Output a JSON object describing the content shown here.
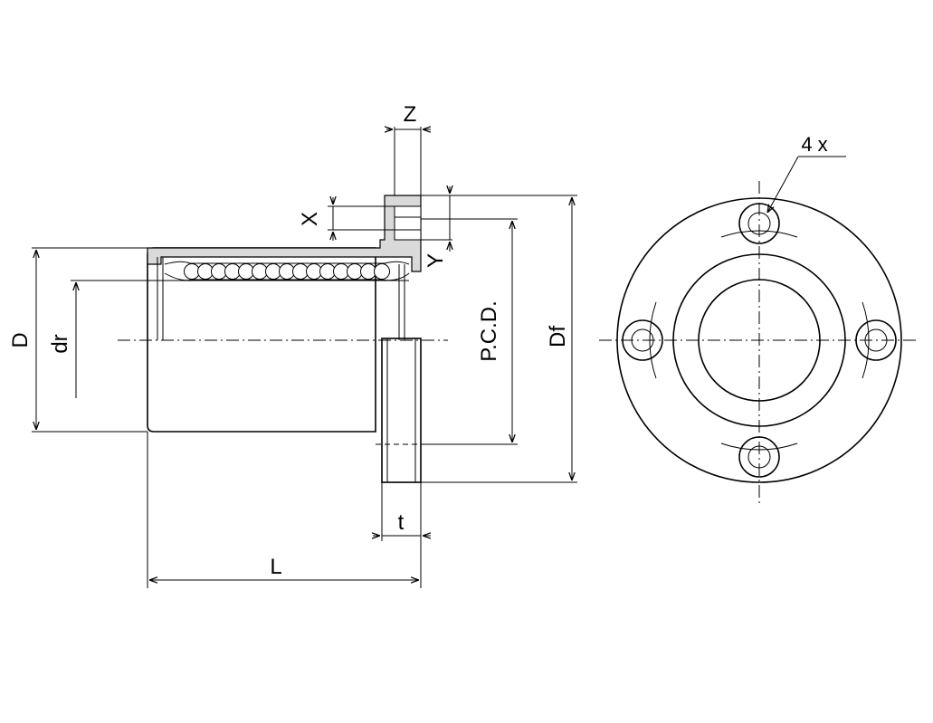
{
  "labels": {
    "z": "Z",
    "x": "X",
    "y": "Y",
    "pcd": "P.C.D.",
    "df": "Df",
    "d": "D",
    "dr": "dr",
    "t": "t",
    "l": "L",
    "holes": "4 x"
  },
  "colors": {
    "line": "#000000",
    "housing_fill": "#d9d9d9",
    "ball_fill": "#ffffff"
  }
}
